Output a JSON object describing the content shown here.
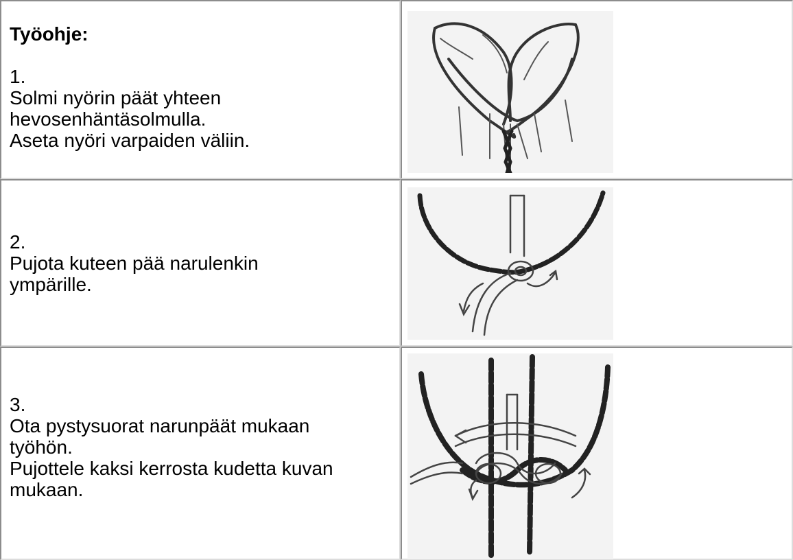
{
  "header": {
    "title": "Työohje:"
  },
  "steps": [
    {
      "number": "1.",
      "lines": [
        "Solmi nyörin päät yhteen",
        "hevosenhäntäsolmulla.",
        "Aseta nyöri varpaiden väliin."
      ],
      "illustration": "ponytail-knot-drawing"
    },
    {
      "number": "2.",
      "lines": [
        "Pujota kuteen pää narulenkin",
        "ympärille."
      ],
      "illustration": "wrap-weft-drawing"
    },
    {
      "number": "3.",
      "lines": [
        "Ota pystysuorat narunpäät mukaan",
        "työhön.",
        "Pujottele kaksi kerrosta kudetta kuvan",
        "mukaan."
      ],
      "illustration": "weave-two-layers-drawing"
    }
  ]
}
